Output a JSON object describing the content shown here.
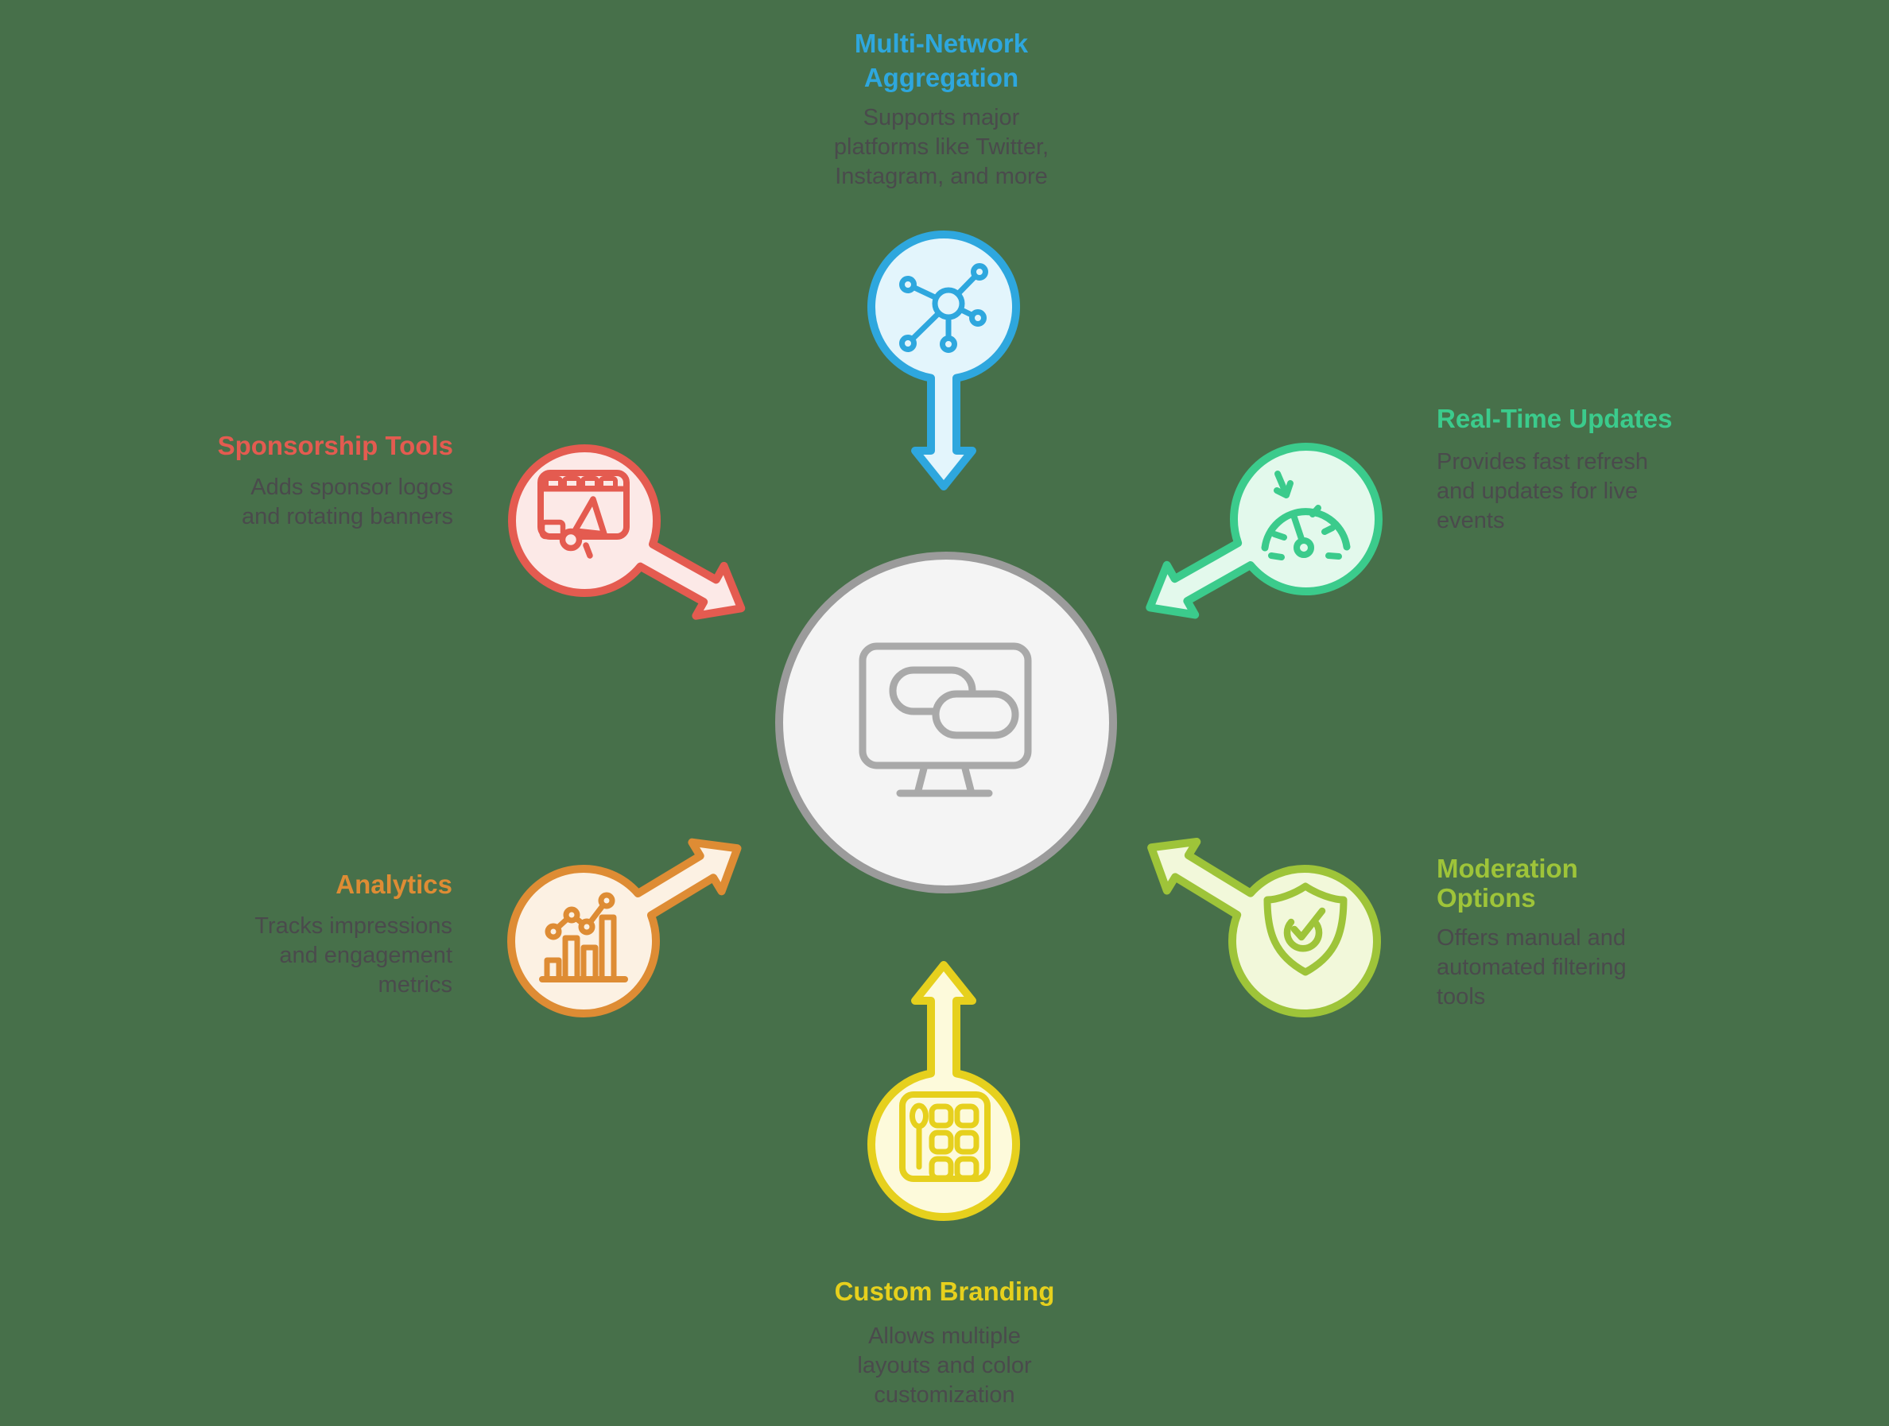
{
  "background_color": "#47704A",
  "center": {
    "icon": "monitor-link-icon",
    "circle_fill": "#F4F4F4",
    "circle_stroke": "#9B9B9B",
    "icon_color": "#A9A9A9"
  },
  "nodes": [
    {
      "id": "multi-network-aggregation",
      "title": "Multi-Network Aggregation",
      "title_lines": [
        "Multi-Network",
        "Aggregation"
      ],
      "desc_lines": [
        "Supports major",
        "platforms like Twitter,",
        "Instagram, and more"
      ],
      "icon": "network-hub-icon",
      "color": "#2EA7DE",
      "fill": "#E3F5FC"
    },
    {
      "id": "real-time-updates",
      "title": "Real-Time Updates",
      "title_lines": [
        "Real-Time Updates"
      ],
      "desc_lines": [
        "Provides fast refresh",
        "and updates for live",
        "events"
      ],
      "icon": "speedometer-icon",
      "color": "#3BCB8C",
      "fill": "#E3F9EC"
    },
    {
      "id": "moderation-options",
      "title": "Moderation Options",
      "title_lines": [
        "Moderation",
        "Options"
      ],
      "desc_lines": [
        "Offers manual and",
        "automated filtering",
        "tools"
      ],
      "icon": "shield-check-icon",
      "color": "#9EC439",
      "fill": "#F2F8DA"
    },
    {
      "id": "custom-branding",
      "title": "Custom Branding",
      "title_lines": [
        "Custom Branding"
      ],
      "desc_lines": [
        "Allows multiple",
        "layouts and color",
        "customization"
      ],
      "icon": "brush-palette-icon",
      "color": "#E6D01D",
      "fill": "#FDFADB"
    },
    {
      "id": "analytics",
      "title": "Analytics",
      "title_lines": [
        "Analytics"
      ],
      "desc_lines": [
        "Tracks impressions",
        "and engagement",
        "metrics"
      ],
      "icon": "bar-chart-icon",
      "color": "#DE8C34",
      "fill": "#FCF1E3"
    },
    {
      "id": "sponsorship-tools",
      "title": "Sponsorship Tools",
      "title_lines": [
        "Sponsorship Tools"
      ],
      "desc_lines": [
        "Adds sponsor logos",
        "and rotating banners"
      ],
      "icon": "banner-megaphone-icon",
      "color": "#E45B50",
      "fill": "#FCE9E7"
    }
  ]
}
